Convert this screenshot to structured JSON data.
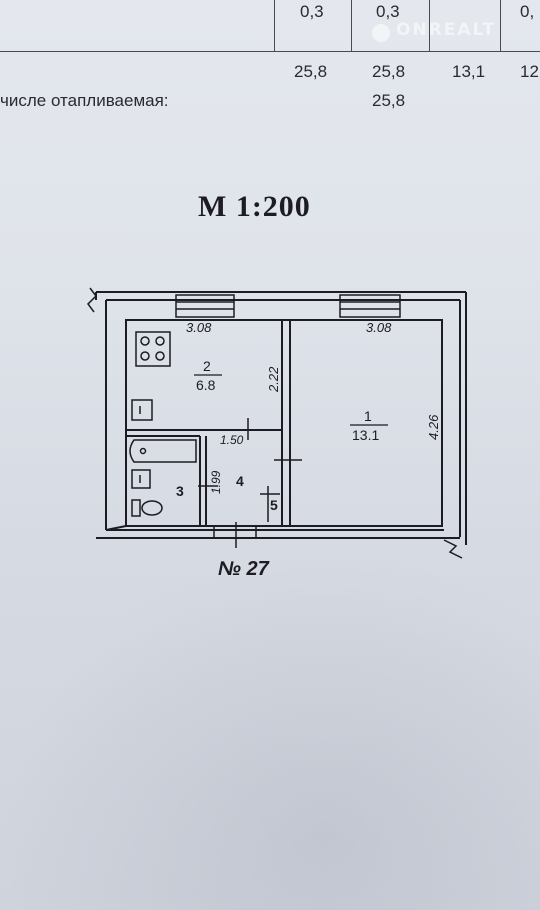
{
  "table": {
    "row1": [
      "0,3",
      "0,3",
      "0,"
    ],
    "row2": [
      "25,8",
      "25,8",
      "13,1",
      "12"
    ],
    "heated_label": "числе отапливаемая:",
    "heated_value": "25,8"
  },
  "watermark": "ONREALT",
  "plan": {
    "scale": "М 1:200",
    "apartment_number": "№ 27",
    "dims": {
      "room2_width": "3.08",
      "room1_width": "3.08",
      "room2_depth": "2.22",
      "room1_depth": "4.26",
      "bath_width": "1.50",
      "bath_depth": "1.99"
    },
    "rooms": [
      {
        "number": "2",
        "area": "6.8"
      },
      {
        "number": "1",
        "area": "13.1"
      },
      {
        "number": "3"
      },
      {
        "number": "4"
      },
      {
        "number": "5"
      }
    ]
  },
  "colors": {
    "ink": "#1c1c22",
    "paper": "#e0e4ea"
  }
}
